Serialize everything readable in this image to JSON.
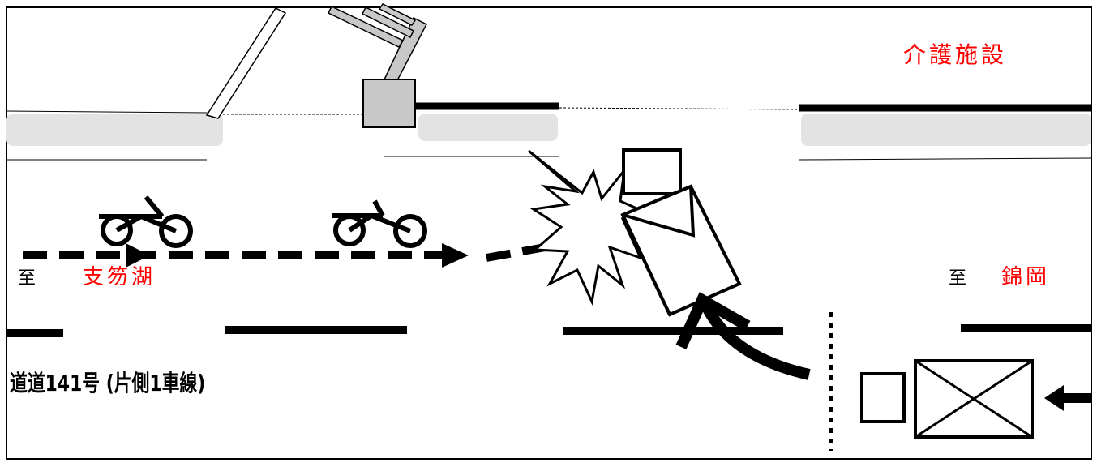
{
  "labels": {
    "facility": "介護施設",
    "to_left": "至",
    "dest_left": "支笏湖",
    "to_right": "至",
    "dest_right": "錦岡",
    "road_name": "道道141号 (片側1車線)"
  },
  "colors": {
    "label_red": "#ff0000",
    "line": "#000000",
    "sidewalk": "#e3e3e3",
    "post": "#c8c8c8"
  },
  "icons": {
    "bicycle": "bicycle-icon",
    "collision": "collision-burst-icon",
    "car": "car-icon"
  }
}
